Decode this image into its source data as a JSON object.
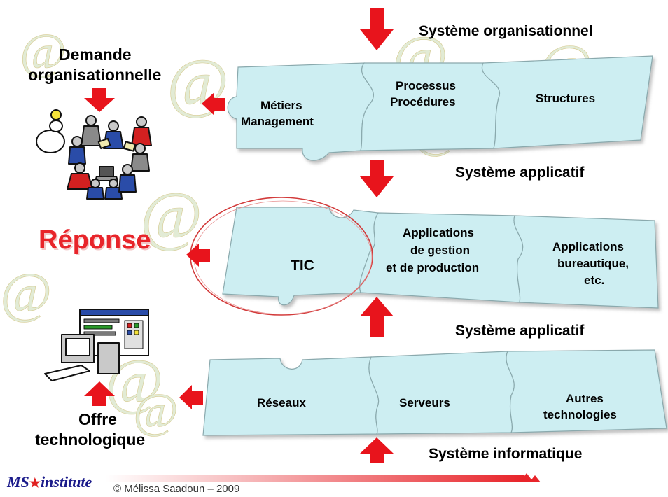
{
  "labels": {
    "sys_org": "Système organisationnel",
    "sys_app_1": "Système applicatif",
    "sys_app_2": "Système applicatif",
    "sys_info": "Système informatique",
    "demande_1": "Demande",
    "demande_2": "organisationnelle",
    "reponse": "Réponse",
    "offre_1": "Offre",
    "offre_2": "technologique"
  },
  "puzzle_top": {
    "metiers_1": "Métiers",
    "metiers_2": "Management",
    "processus_1": "Processus",
    "processus_2": "Procédures",
    "structures": "Structures"
  },
  "puzzle_mid": {
    "tic": "TIC",
    "apps_1": "Applications",
    "apps_2": "de gestion",
    "apps_3": "et de production",
    "bureau_1": "Applications",
    "bureau_2": "bureautique,",
    "bureau_3": "etc."
  },
  "puzzle_bot": {
    "reseaux": "Réseaux",
    "serveurs": "Serveurs",
    "autres_1": "Autres",
    "autres_2": "technologies"
  },
  "footer": {
    "brand_ms": "MS",
    "brand_star": "★",
    "brand_institute": "institute",
    "copyright": "© Mélissa Saadoun – 2009"
  },
  "colors": {
    "puzzle_fill": "#cdeef2",
    "puzzle_stroke": "#8aa9ad",
    "arrow": "#e8141c",
    "accent_red": "#e8242a",
    "watermark": "#d7e3c4",
    "ellipse": "#d23a3a"
  },
  "icons": [
    "watermark-at-icon",
    "people-meeting-icon",
    "computer-workstation-icon"
  ]
}
